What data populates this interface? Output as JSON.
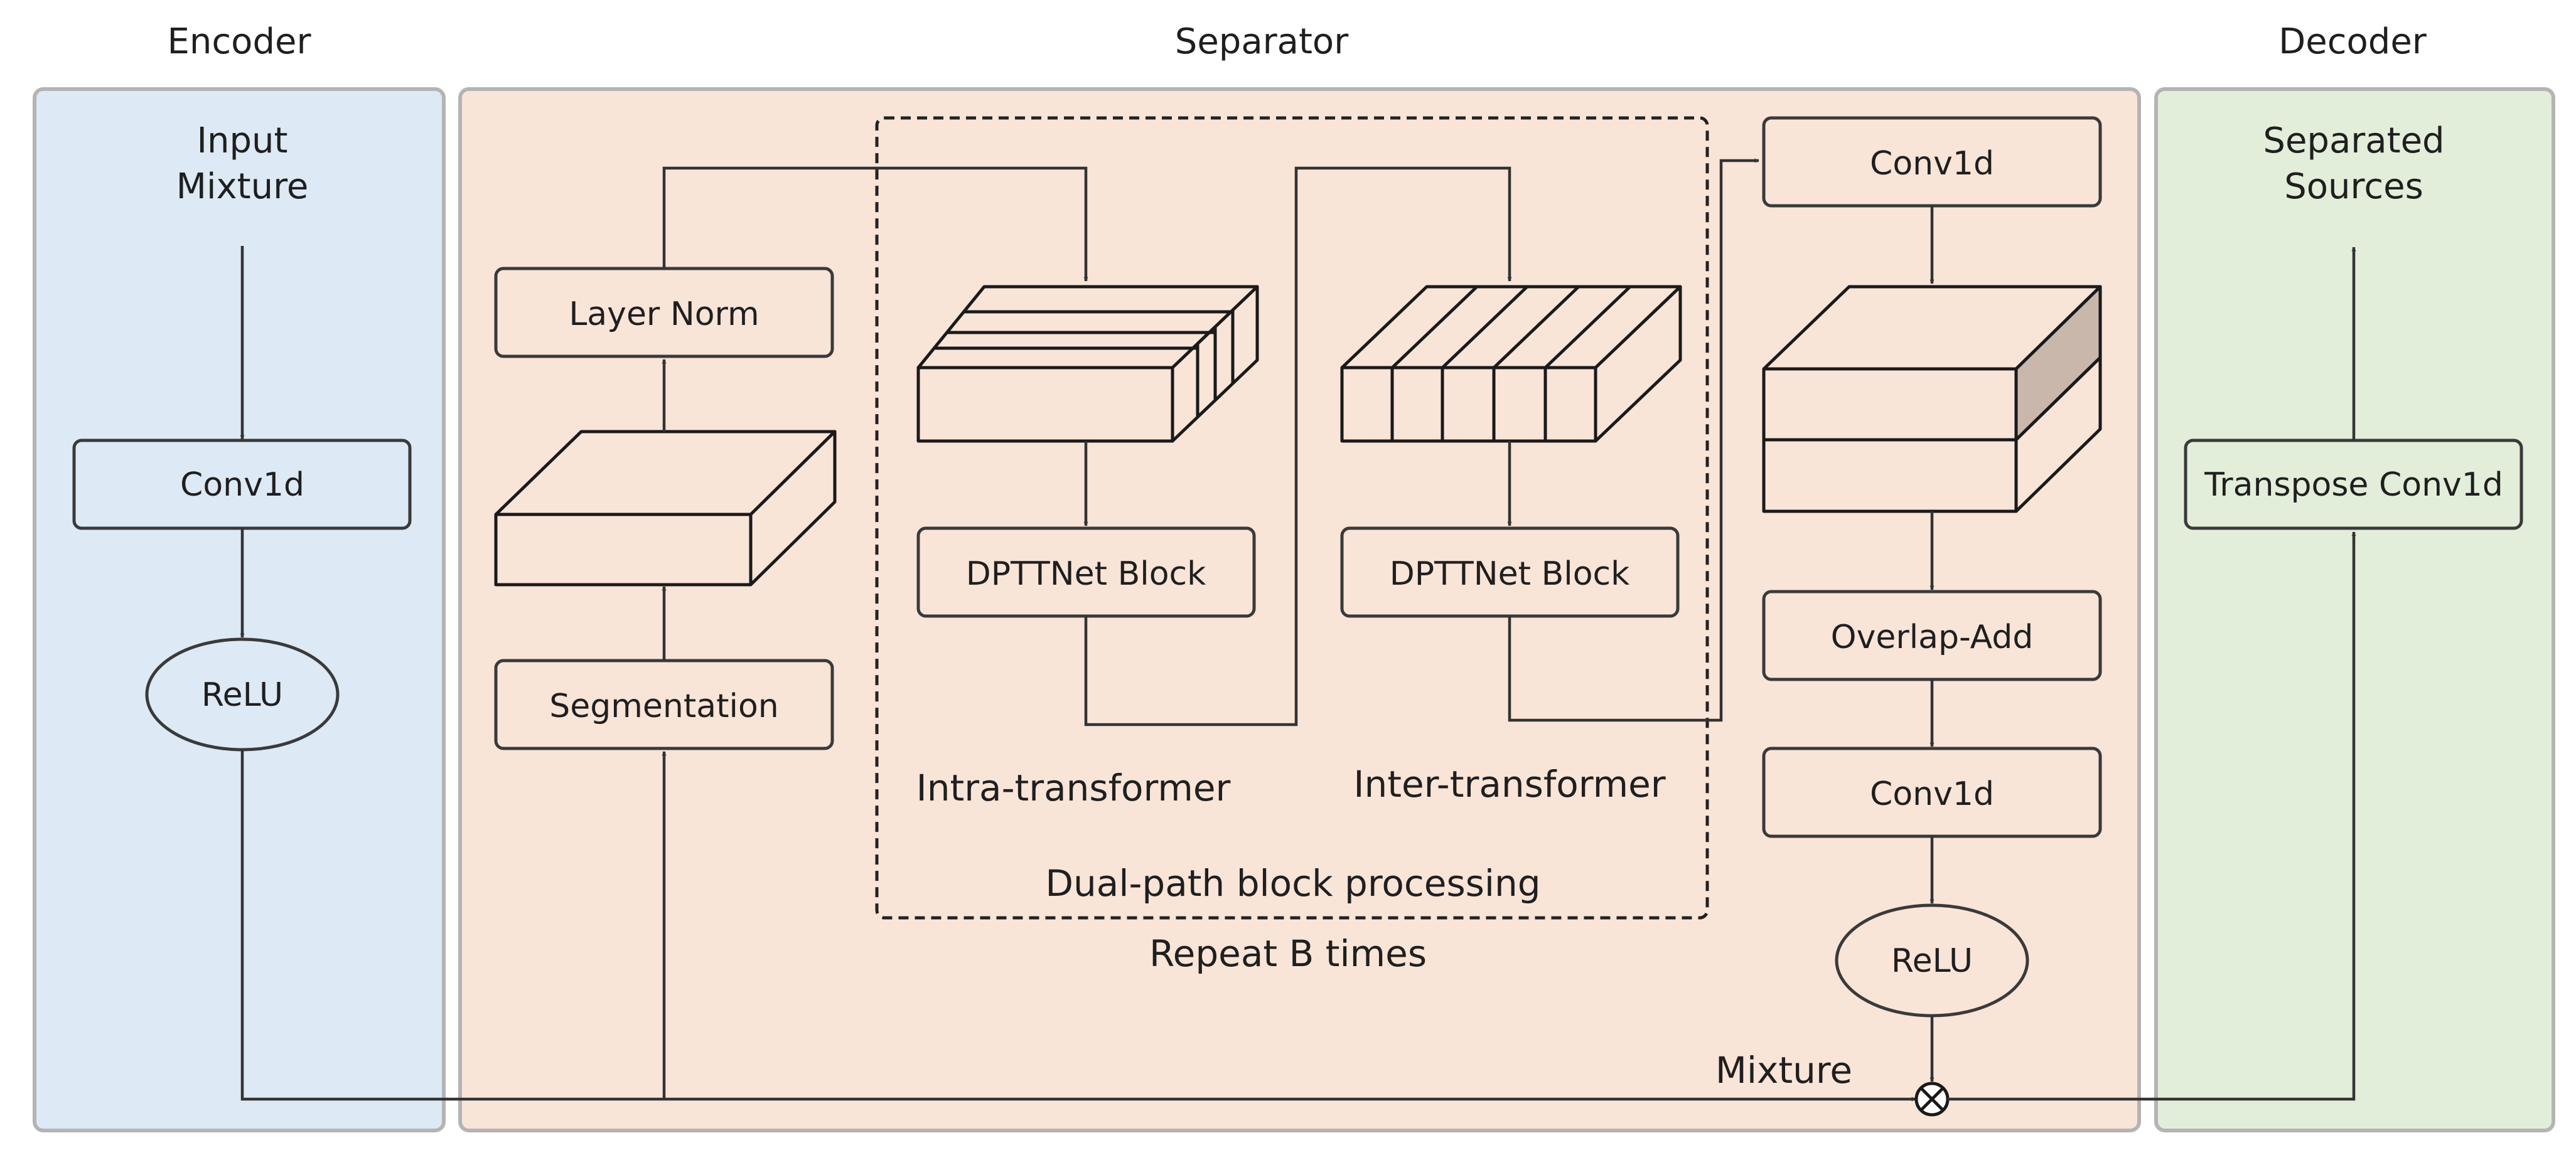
{
  "sections": {
    "encoder": "Encoder",
    "separator": "Separator",
    "decoder": "Decoder"
  },
  "encoder": {
    "input_line1": "Input",
    "input_line2": "Mixture",
    "conv": "Conv1d",
    "relu": "ReLU"
  },
  "separator": {
    "layer_norm": "Layer Norm",
    "segmentation": "Segmentation",
    "dptt_block_intra": "DPTTNet Block",
    "dptt_block_inter": "DPTTNet Block",
    "intra_label": "Intra-transformer",
    "inter_label": "Inter-transformer",
    "dual_path_label": "Dual-path block processing",
    "repeat_label": "Repeat B times",
    "conv_top": "Conv1d",
    "overlap_add": "Overlap-Add",
    "conv_bottom": "Conv1d",
    "relu": "ReLU",
    "mixture_label": "Mixture"
  },
  "decoder": {
    "output_line1": "Separated",
    "output_line2": "Sources",
    "transpose_conv": "Transpose Conv1d"
  },
  "colors": {
    "encoder_bg": "#dde9f5",
    "separator_bg": "#f9e4d8",
    "decoder_bg": "#e2eed9",
    "panel_border": "#b4b4b4",
    "stroke": "#333333",
    "shaded_face": "#c9b7ab"
  }
}
